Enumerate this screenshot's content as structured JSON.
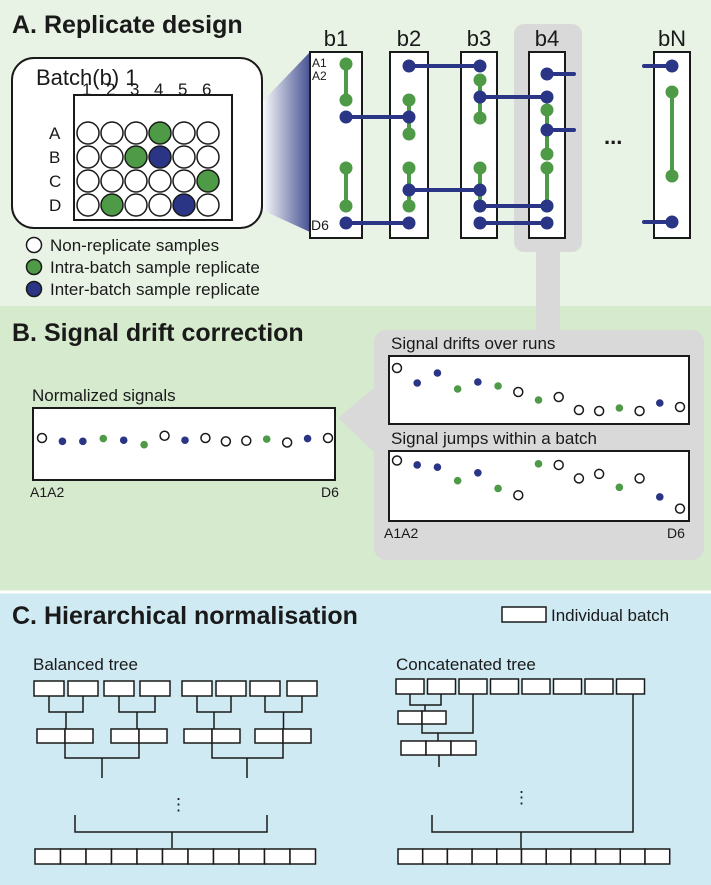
{
  "colors": {
    "green": "#4e9a46",
    "blue": "#2a3585",
    "panel_a_bg": "#e9f3e5",
    "panel_b_bg": "#d6eacd",
    "panel_c_bg": "#cfeaf3",
    "highlight": "#d9d9d9"
  },
  "panel_a": {
    "title": "A. Replicate design",
    "batch_label": "Batch(b) 1",
    "columns": [
      "1",
      "2",
      "3",
      "4",
      "5",
      "6"
    ],
    "rows": [
      "A",
      "B",
      "C",
      "D"
    ],
    "wells": [
      [
        "white",
        "white",
        "white",
        "green",
        "white",
        "white"
      ],
      [
        "white",
        "white",
        "green",
        "blue",
        "white",
        "white"
      ],
      [
        "white",
        "white",
        "white",
        "white",
        "white",
        "green"
      ],
      [
        "white",
        "green",
        "white",
        "white",
        "blue",
        "white"
      ]
    ],
    "batches": [
      "b1",
      "b2",
      "b3",
      "b4",
      "bN"
    ],
    "first_well_1": "A1",
    "first_well_2": "A2",
    "last_well": "D6",
    "ellipsis": "...",
    "legend": [
      {
        "label": "Non-replicate samples",
        "color": "white"
      },
      {
        "label": "Intra-batch sample replicate",
        "color": "green"
      },
      {
        "label": "Inter-batch sample replicate",
        "color": "blue"
      }
    ]
  },
  "panel_b": {
    "title": "B. Signal drift correction",
    "normalized_label": "Normalized signals",
    "drift_label": "Signal drifts over runs",
    "jump_label": "Signal jumps within a batch",
    "axis_start": "A1A2",
    "axis_end": "D6",
    "normalized_points": [
      {
        "c": "white",
        "v": 0.5
      },
      {
        "c": "blue",
        "v": 0.38
      },
      {
        "c": "blue",
        "v": 0.38
      },
      {
        "c": "green",
        "v": 0.48
      },
      {
        "c": "blue",
        "v": 0.42
      },
      {
        "c": "green",
        "v": 0.26
      },
      {
        "c": "white",
        "v": 0.58
      },
      {
        "c": "blue",
        "v": 0.42
      },
      {
        "c": "white",
        "v": 0.5
      },
      {
        "c": "white",
        "v": 0.38
      },
      {
        "c": "white",
        "v": 0.4
      },
      {
        "c": "green",
        "v": 0.46
      },
      {
        "c": "white",
        "v": 0.34
      },
      {
        "c": "blue",
        "v": 0.48
      },
      {
        "c": "white",
        "v": 0.5
      }
    ],
    "drift_points": [
      {
        "c": "white",
        "v": 0.88
      },
      {
        "c": "blue",
        "v": 0.58
      },
      {
        "c": "blue",
        "v": 0.78
      },
      {
        "c": "green",
        "v": 0.46
      },
      {
        "c": "blue",
        "v": 0.6
      },
      {
        "c": "green",
        "v": 0.52
      },
      {
        "c": "white",
        "v": 0.4
      },
      {
        "c": "green",
        "v": 0.24
      },
      {
        "c": "white",
        "v": 0.3
      },
      {
        "c": "white",
        "v": 0.04
      },
      {
        "c": "white",
        "v": 0.02
      },
      {
        "c": "green",
        "v": 0.08
      },
      {
        "c": "white",
        "v": 0.02
      },
      {
        "c": "blue",
        "v": 0.18
      },
      {
        "c": "white",
        "v": 0.1
      }
    ],
    "jump_points": [
      {
        "c": "white",
        "v": 0.92
      },
      {
        "c": "blue",
        "v": 0.84
      },
      {
        "c": "blue",
        "v": 0.8
      },
      {
        "c": "green",
        "v": 0.56
      },
      {
        "c": "blue",
        "v": 0.7
      },
      {
        "c": "green",
        "v": 0.42
      },
      {
        "c": "white",
        "v": 0.3
      },
      {
        "c": "green",
        "v": 0.86
      },
      {
        "c": "white",
        "v": 0.84
      },
      {
        "c": "white",
        "v": 0.6
      },
      {
        "c": "white",
        "v": 0.68
      },
      {
        "c": "green",
        "v": 0.44
      },
      {
        "c": "white",
        "v": 0.6
      },
      {
        "c": "blue",
        "v": 0.27
      },
      {
        "c": "white",
        "v": 0.06
      }
    ]
  },
  "panel_c": {
    "title": "C. Hierarchical normalisation",
    "legend_label": "Individual batch",
    "balanced_label": "Balanced tree",
    "concat_label": "Concatenated tree",
    "dots": "⋮"
  }
}
